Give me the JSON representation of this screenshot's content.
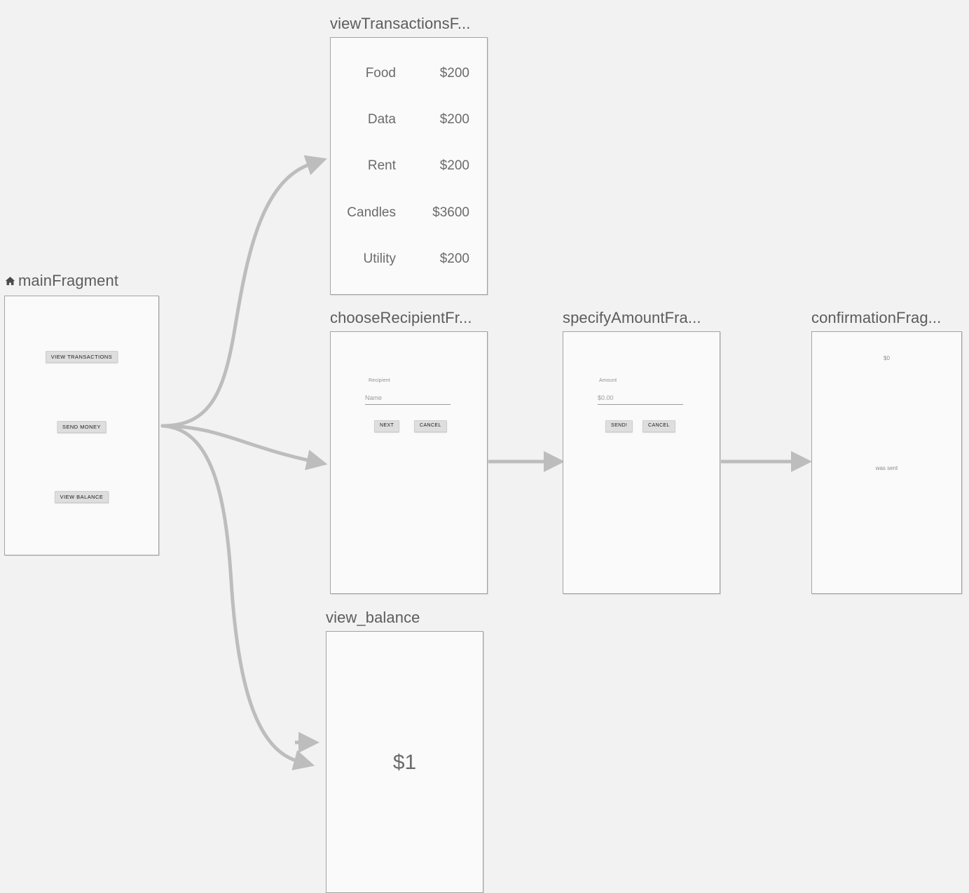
{
  "canvas": {
    "background": "#f2f2f2",
    "edge_color": "#bdbdbd",
    "frame_border_color": "#a3a3a3",
    "frame_fill": "#fafafa",
    "title_color": "#5c5c5c"
  },
  "nodes": {
    "main": {
      "title": "mainFragment",
      "start_icon": "home-icon",
      "buttons": [
        {
          "label": "VIEW TRANSACTIONS"
        },
        {
          "label": "SEND MONEY"
        },
        {
          "label": "VIEW BALANCE"
        }
      ]
    },
    "transactions": {
      "title": "viewTransactionsF...",
      "rows": [
        {
          "label": "Food",
          "amount": "$200"
        },
        {
          "label": "Data",
          "amount": "$200"
        },
        {
          "label": "Rent",
          "amount": "$200"
        },
        {
          "label": "Candles",
          "amount": "$3600"
        },
        {
          "label": "Utility",
          "amount": "$200"
        }
      ]
    },
    "choose_recipient": {
      "title": "chooseRecipientFr...",
      "field_label": "Recipient",
      "field_placeholder": "Name",
      "primary_button": "NEXT",
      "secondary_button": "CANCEL"
    },
    "specify_amount": {
      "title": "specifyAmountFra...",
      "field_label": "Amount",
      "field_placeholder": "$0.00",
      "primary_button": "SEND!",
      "secondary_button": "CANCEL"
    },
    "confirmation": {
      "title": "confirmationFrag...",
      "amount": "$0",
      "message": "was sent"
    },
    "view_balance": {
      "title": "view_balance",
      "amount": "$1"
    }
  }
}
